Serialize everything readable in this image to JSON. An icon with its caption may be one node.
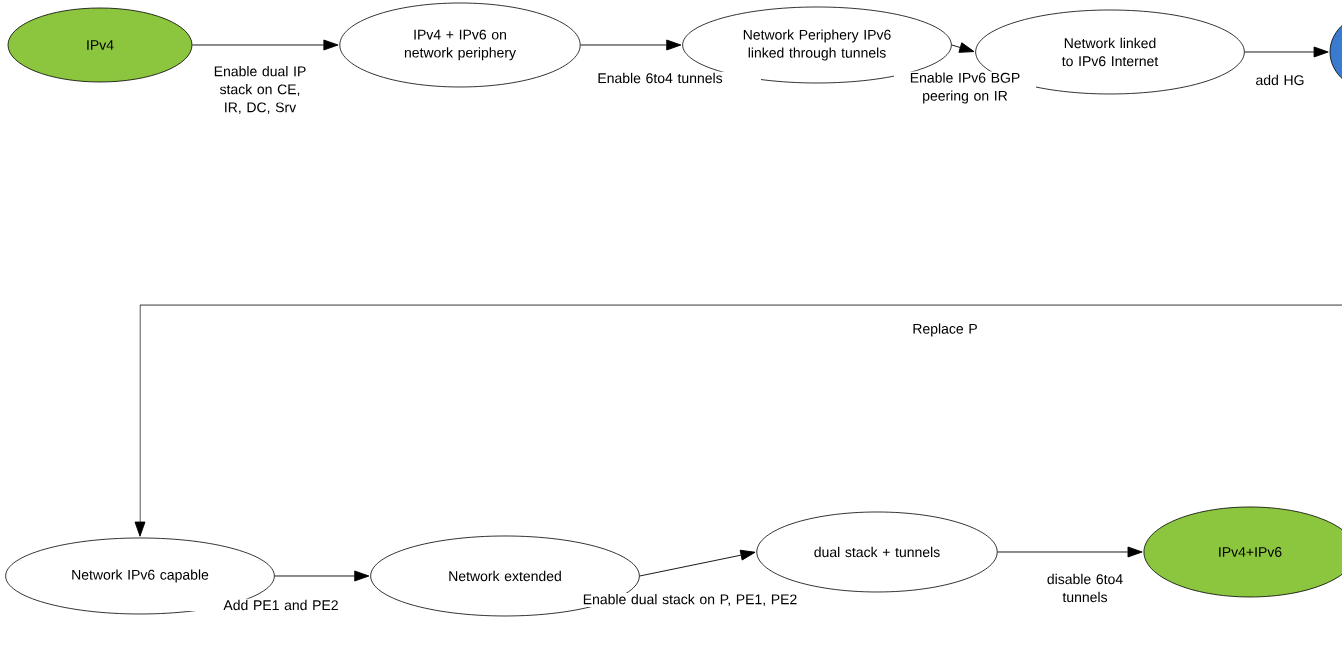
{
  "diagram": {
    "nodes": [
      {
        "text": [
          "IPv4"
        ]
      },
      {
        "text": [
          "IPv4 + IPv6 on network periphery"
        ]
      },
      {
        "text": [
          "Network Periphery IPv6 linked through tunnels"
        ]
      },
      {
        "text": [
          "Network linked to IPv6 Internet"
        ]
      },
      {
        "text": [],
        "shape": "circle"
      },
      {
        "text": [
          "Network IPv6 capable"
        ]
      },
      {
        "text": [
          "Network extended"
        ]
      },
      {
        "text": [
          "dual stack + tunnels"
        ]
      },
      {
        "text": [
          "IPv4+IPv6"
        ]
      }
    ],
    "edges": [
      {
        "from": 0,
        "to": 1,
        "arrow": "to",
        "label": "Enable dual IP stack on CE, IR, DC, Srv"
      },
      {
        "from": 1,
        "to": 2,
        "arrow": "to",
        "label": "Enable 6to4 tunnels"
      },
      {
        "from": 2,
        "to": 3,
        "arrow": "to",
        "label": "Enable IPv6 BGP peering on IR"
      },
      {
        "from": 3,
        "to": 4,
        "arrow": "to",
        "label": "add HG"
      },
      {
        "from": null,
        "to": 5,
        "arrow": "to",
        "label": "Replace P"
      },
      {
        "from": 5,
        "to": 6,
        "arrow": "to",
        "label": "Add PE1 and PE2"
      },
      {
        "from": 6,
        "to": 7,
        "arrow": "to",
        "label": "Enable dual stack on P, PE1, PE2"
      },
      {
        "from": 7,
        "to": 8,
        "arrow": "to",
        "label": "disable 6to4 tunnels"
      }
    ]
  }
}
